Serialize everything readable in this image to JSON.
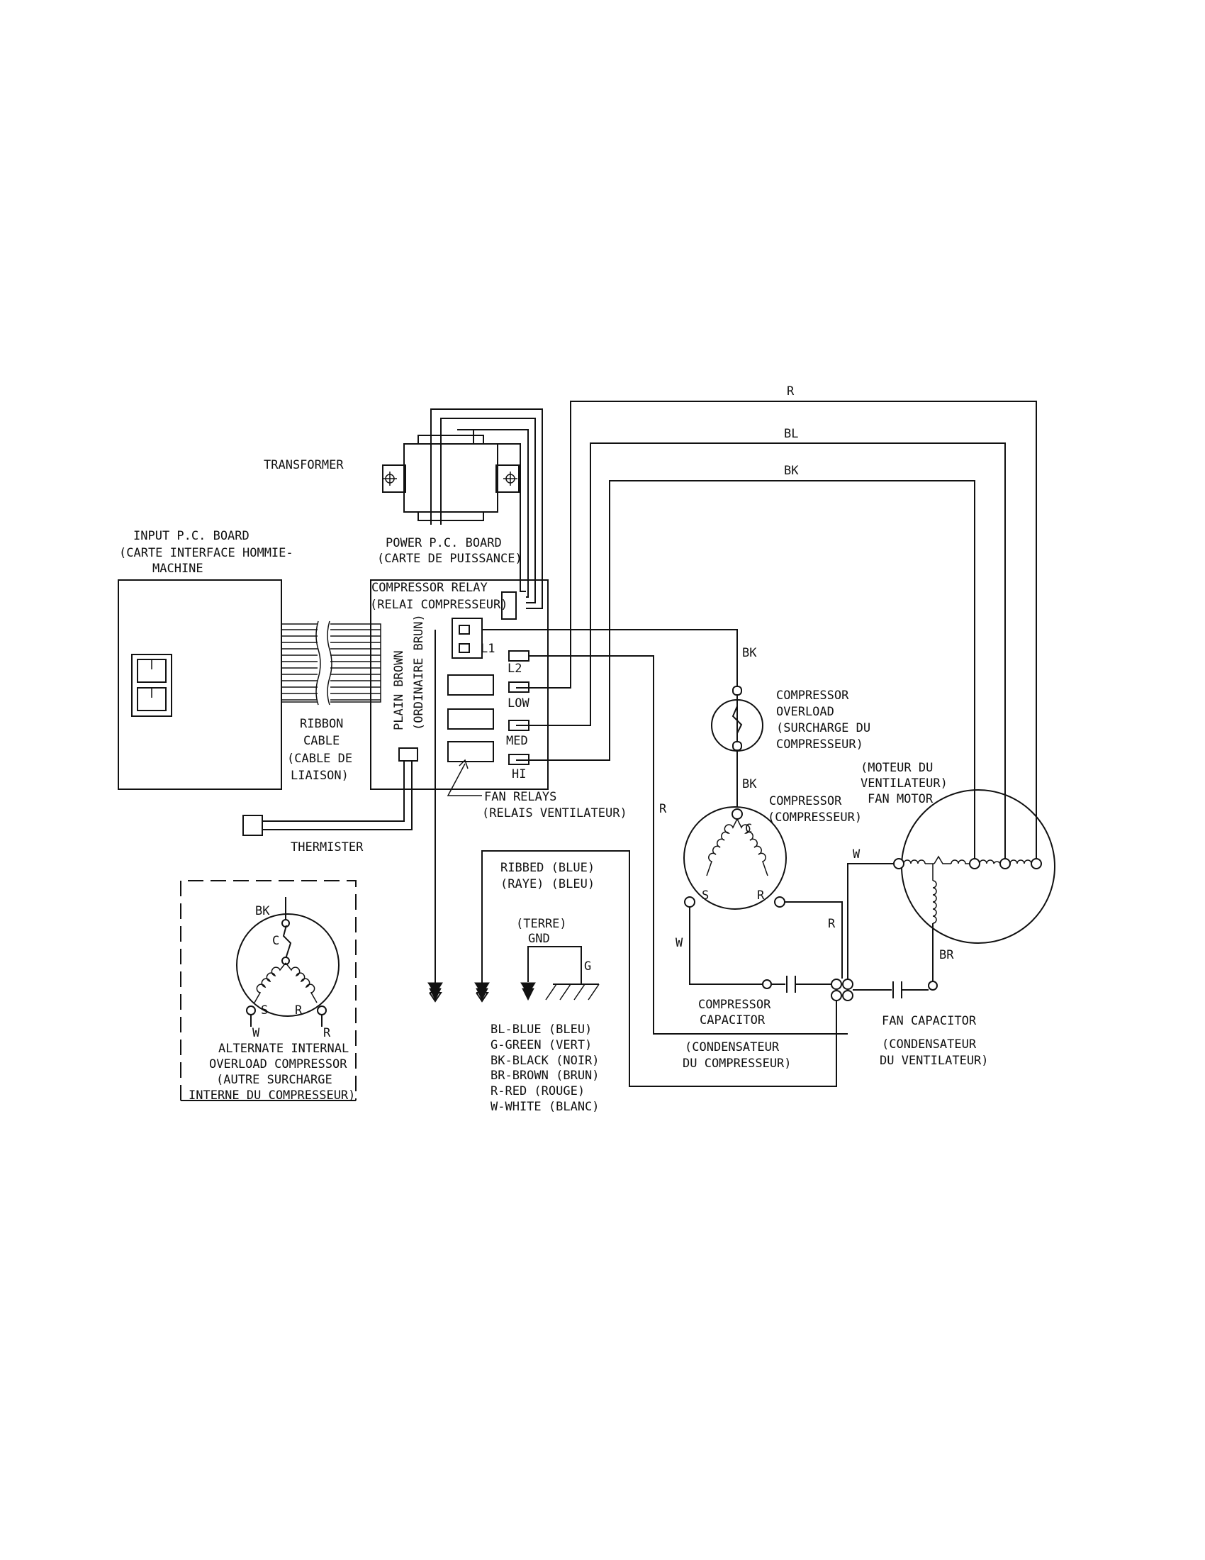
{
  "labels": {
    "wire_r_top": "R",
    "wire_bl_top": "BL",
    "wire_bk_top": "BK",
    "transformer": "TRANSFORMER",
    "input_board_1": "INPUT P.C. BOARD",
    "input_board_2": "(CARTE INTERFACE HOMMIE-",
    "input_board_3": "MACHINE",
    "power_board_1": "POWER P.C. BOARD",
    "power_board_2": "(CARTE DE PUISSANCE)",
    "comp_relay_1": "COMPRESSOR RELAY",
    "comp_relay_2": "(RELAI COMPRESSEUR)",
    "plain_brown_1": "PLAIN BROWN",
    "plain_brown_2": "(ORDINAIRE BRUN)",
    "l1": "L1",
    "l2": "L2",
    "low": "LOW",
    "med": "MED",
    "hi": "HI",
    "ribbon_1": "RIBBON",
    "ribbon_2": "CABLE",
    "ribbon_3": "(CABLE DE",
    "ribbon_4": "LIAISON)",
    "fan_relays_1": "FAN RELAYS",
    "fan_relays_2": "(RELAIS VENTILATEUR)",
    "thermister": "THERMISTER",
    "wire_bk_overload_top": "BK",
    "overload_1": "COMPRESSOR",
    "overload_2": "OVERLOAD",
    "overload_3": "(SURCHARGE DU",
    "overload_4": "COMPRESSEUR)",
    "wire_bk_overload_bottom": "BK",
    "compressor_1": "COMPRESSOR",
    "compressor_2": "(COMPRESSEUR)",
    "comp_c": "C",
    "comp_s": "S",
    "comp_r": "R",
    "fan_motor_1": "(MOTEUR DU",
    "fan_motor_2": "VENTILATEUR)",
    "fan_motor_3": "FAN MOTOR",
    "wire_r_mid": "R",
    "wire_w_fan": "W",
    "wire_r_right": "R",
    "wire_w_left": "W",
    "wire_br": "BR",
    "ribbed_1": "RIBBED  (BLUE)",
    "ribbed_2": "(RAYE)  (BLEU)",
    "terre": "(TERRE)",
    "gnd": "GND",
    "g": "G",
    "comp_cap_1": "COMPRESSOR",
    "comp_cap_2": "CAPACITOR",
    "comp_cap_3": "(CONDENSATEUR",
    "comp_cap_4": "DU COMPRESSEUR)",
    "fan_cap_1": "FAN CAPACITOR",
    "fan_cap_2": "(CONDENSATEUR",
    "fan_cap_3": "DU VENTILATEUR)",
    "legend_1": "BL-BLUE (BLEU)",
    "legend_2": "G-GREEN (VERT)",
    "legend_3": "BK-BLACK (NOIR)",
    "legend_4": "BR-BROWN (BRUN)",
    "legend_5": "R-RED (ROUGE)",
    "legend_6": "W-WHITE (BLANC)",
    "alt_bk": "BK",
    "alt_c": "C",
    "alt_s": "S",
    "alt_r": "R",
    "alt_w": "W",
    "alt_r_wire": "R",
    "alt_1": "ALTERNATE INTERNAL",
    "alt_2": "OVERLOAD COMPRESSOR",
    "alt_3": "(AUTRE SURCHARGE",
    "alt_4": "INTERNE DU COMPRESSEUR)"
  }
}
